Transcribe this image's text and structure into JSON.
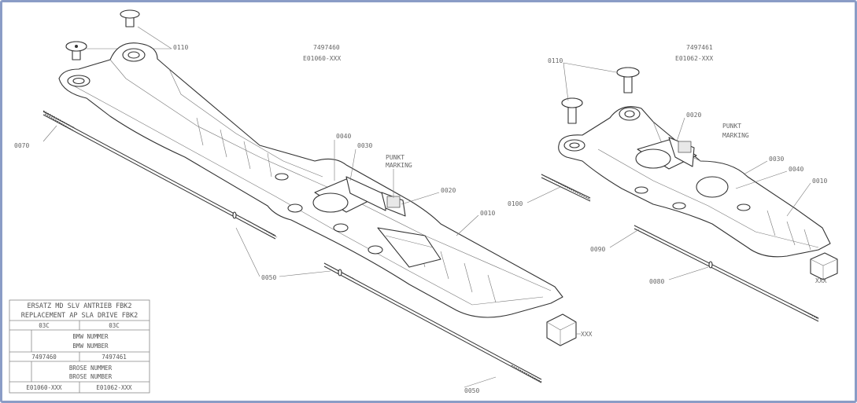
{
  "assemblies": [
    {
      "part_no": "7497460",
      "code": "E01060-XXX"
    },
    {
      "part_no": "7497461",
      "code": "E01062-XXX"
    }
  ],
  "callouts": {
    "left_screw": "0110",
    "right_screw": "0110",
    "left_rod": "0070",
    "left_0040": "0040",
    "left_0030": "0030",
    "left_punkt_1": "PUNKT",
    "left_punkt_2": "MARKING",
    "left_0020": "0020",
    "left_0010": "0010",
    "left_0050": "0050",
    "left_0060_bottom": "0050",
    "left_clip": "XXX",
    "right_0020": "0020",
    "right_punkt_1": "PUNKT",
    "right_punkt_2": "MARKING",
    "right_0030": "0030",
    "right_0040": "0040",
    "right_0010": "0010",
    "right_0100": "0100",
    "right_0090": "0090",
    "right_0080": "0080",
    "right_clip": "XXX"
  },
  "title_table": {
    "title_de": "ERSATZ MD SLV ANTRIEB FBK2",
    "title_en": "REPLACEMENT AP SLA DRIVE FBK2",
    "col_left": "03C",
    "col_right": "03C",
    "bmw_de": "BMW NUMMER",
    "bmw_en": "BMW NUMBER",
    "bmw_left": "7497460",
    "bmw_right": "7497461",
    "brose_de": "BROSE NUMMER",
    "brose_en": "BROSE NUMBER",
    "brose_left": "E01060-XXX",
    "brose_right": "E01062-XXX"
  }
}
